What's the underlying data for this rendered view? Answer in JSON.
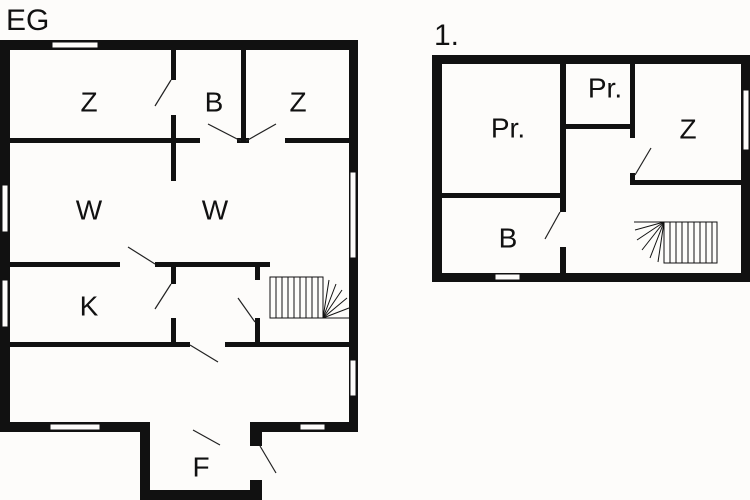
{
  "floors": [
    {
      "title": "EG",
      "rooms": [
        "Z",
        "B",
        "Z",
        "W",
        "W",
        "K",
        "F"
      ]
    },
    {
      "title": "1.",
      "rooms": [
        "Pr.",
        "Pr.",
        "Z",
        "B"
      ]
    }
  ]
}
